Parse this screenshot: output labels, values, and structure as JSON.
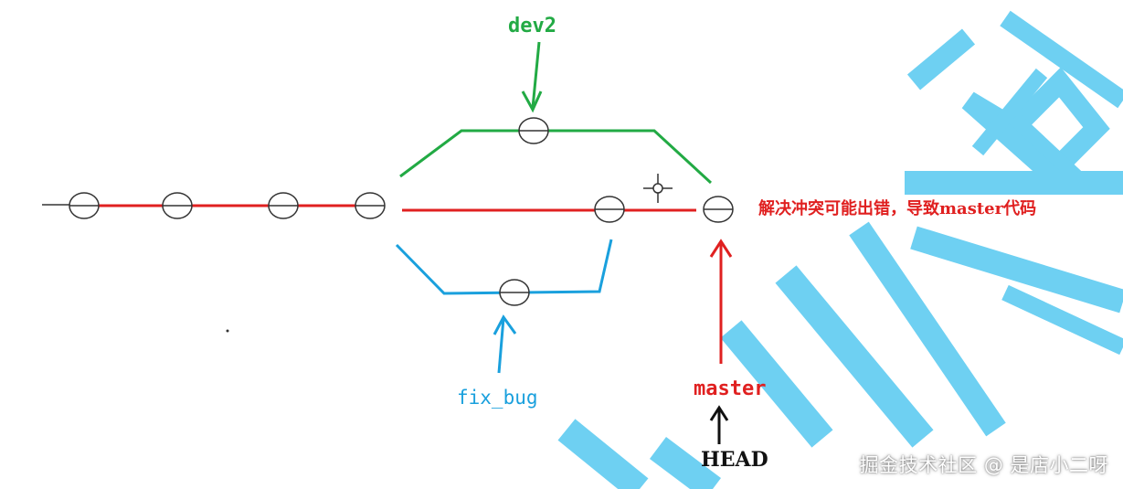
{
  "labels": {
    "dev2": "dev2",
    "fix_bug": "fix_bug",
    "master": "master",
    "head": "HEAD",
    "conflict_note": "解决冲突可能出错，导致master代码"
  },
  "watermark": {
    "text": "掘金技术社区 @ 是店小二呀"
  },
  "colors": {
    "main": "#e02020",
    "dev2": "#22aa44",
    "fix_bug": "#1aa0dd",
    "history": "#333333",
    "head_arrow": "#111111",
    "watermark_logo": "#55c8f0"
  }
}
